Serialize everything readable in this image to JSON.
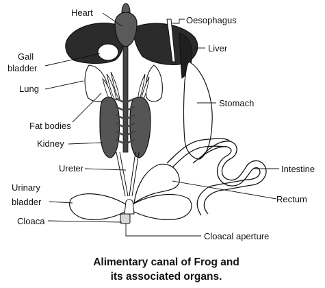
{
  "diagram": {
    "labels": {
      "heart": "Heart",
      "oesophagus": "Oesophagus",
      "gall_bladder_1": "Gall",
      "gall_bladder_2": "bladder",
      "liver": "Liver",
      "lung": "Lung",
      "stomach": "Stomach",
      "fat_bodies": "Fat bodies",
      "kidney": "Kidney",
      "ureter": "Ureter",
      "intestine": "Intestine",
      "urinary_bladder_1": "Urinary",
      "urinary_bladder_2": "bladder",
      "rectum": "Rectum",
      "cloaca": "Cloaca",
      "cloacal_aperture": "Cloacal aperture"
    },
    "caption": {
      "line1": "Alimentary canal of Frog and",
      "line2": "its associated organs."
    }
  }
}
